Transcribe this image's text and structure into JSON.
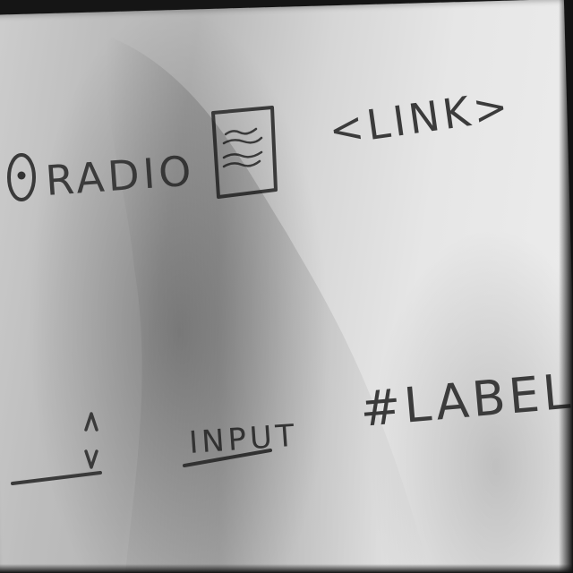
{
  "whiteboard": {
    "radio_label": "RADIO",
    "link_label": "<LINK>",
    "label_label": "#LABEL",
    "input_label": "INPUT",
    "icons": {
      "radio": "radio-button-icon",
      "textarea": "textarea-icon",
      "stepper": "stepper-arrows-icon"
    }
  },
  "colors": {
    "marker": "#3a3a3a",
    "board": "#e6e6e6"
  }
}
